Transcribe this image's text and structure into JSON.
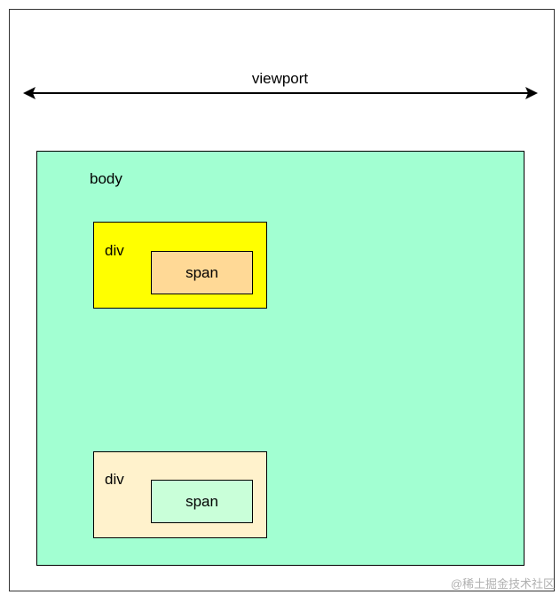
{
  "diagram": {
    "viewport_label": "viewport",
    "body_label": "body",
    "divs": [
      {
        "label": "div",
        "span_label": "span",
        "fill": "#ffff00",
        "span_fill": "#ffd996"
      },
      {
        "label": "div",
        "span_label": "span",
        "fill": "#fff2cc",
        "span_fill": "#c9ffd9"
      }
    ],
    "body_fill": "#a2ffd2"
  },
  "watermark": "@稀土掘金技术社区"
}
